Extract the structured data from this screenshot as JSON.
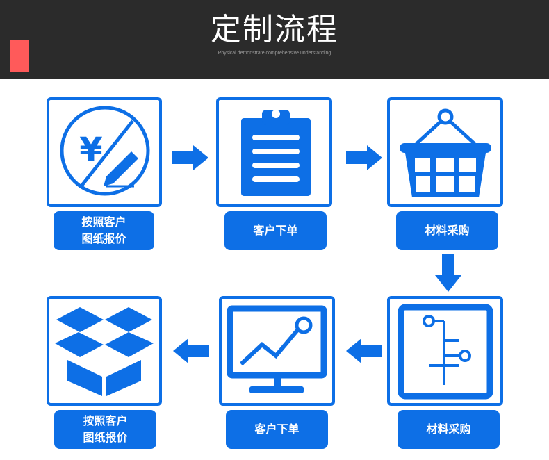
{
  "header": {
    "title": "定制流程",
    "subtitle": "Physical demonstrate comprehensive understanding"
  },
  "steps": [
    {
      "label": "按照客户\n图纸报价",
      "icon": "yuan-pen-icon"
    },
    {
      "label": "客户下单",
      "icon": "clipboard-icon"
    },
    {
      "label": "材料采购",
      "icon": "basket-icon"
    },
    {
      "label": "材料采购",
      "icon": "process-tree-icon"
    },
    {
      "label": "客户下单",
      "icon": "chart-monitor-icon"
    },
    {
      "label": "按照客户\n图纸报价",
      "icon": "open-box-icon"
    }
  ],
  "colors": {
    "accent": "#0d6fe6",
    "header_bg": "#2b2b2b",
    "marker": "#ff5a5a"
  }
}
